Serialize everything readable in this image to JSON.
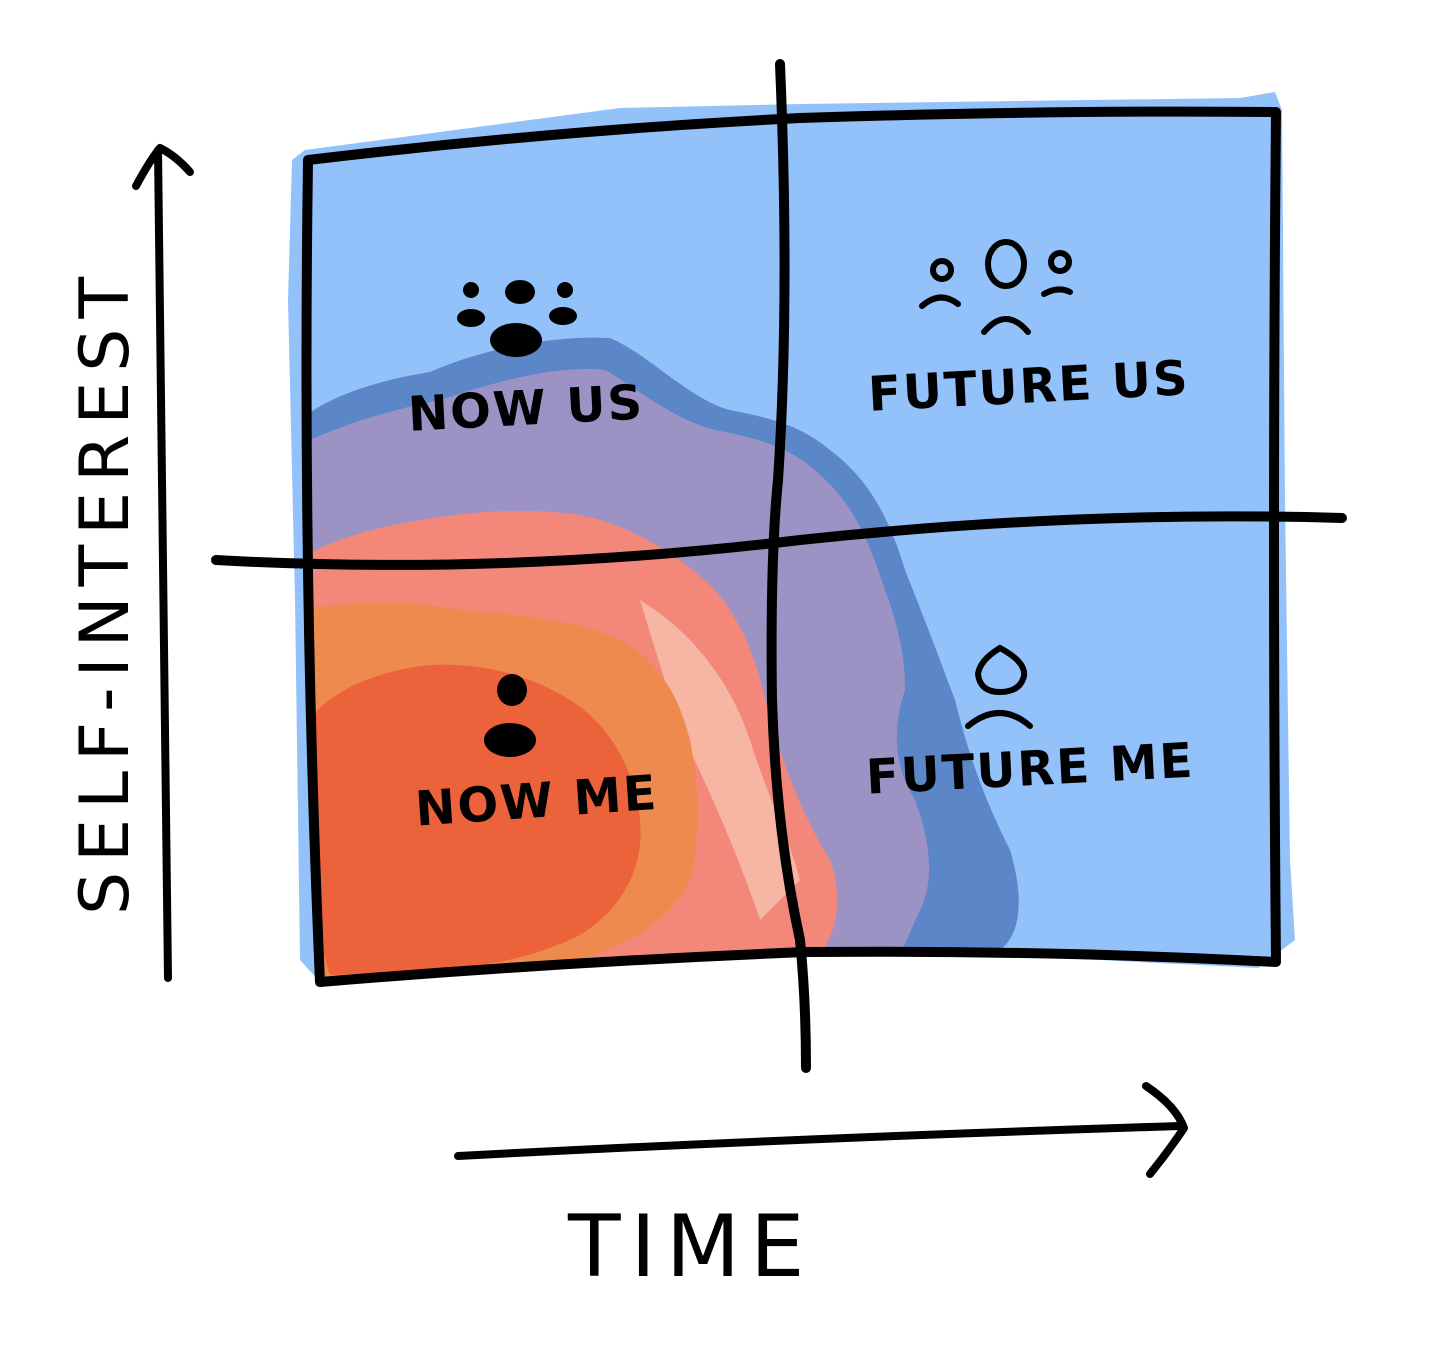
{
  "axes": {
    "y_label": "SELF-INTEREST",
    "x_label": "TIME"
  },
  "quadrants": {
    "top_left": {
      "label": "NOW US"
    },
    "top_right": {
      "label": "FUTURE US"
    },
    "bottom_left": {
      "label": "NOW ME"
    },
    "bottom_right": {
      "label": "FUTURE ME"
    }
  },
  "colors": {
    "blue": "#93c2fb",
    "blue_edge": "#5b86c8",
    "purple": "#9c93c4",
    "pink": "#f2877a",
    "pale_pink": "#f7b6a4",
    "orange": "#ef8a4e",
    "red_orange": "#ec623a",
    "ink": "#000000"
  },
  "icons": {
    "now_us": "group-dark-icon",
    "future_us": "group-sad-outline-icon",
    "now_me": "person-dark-icon",
    "future_me": "person-sad-outline-icon"
  }
}
